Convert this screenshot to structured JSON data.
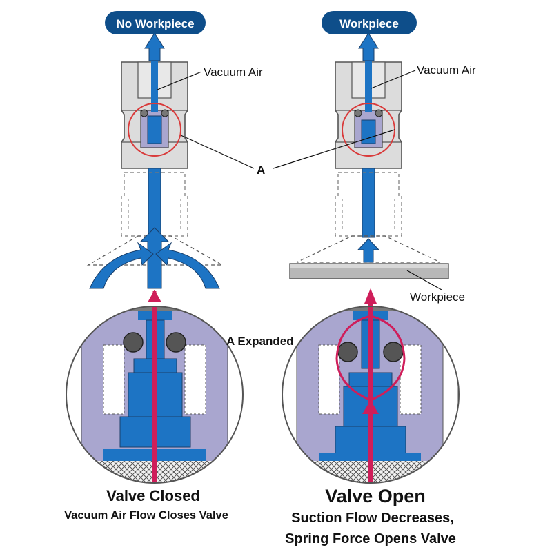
{
  "left_panel": {
    "badge": "No Workpiece",
    "vacuum_air_label": "Vacuum Air",
    "caption_title": "Valve Closed",
    "caption_sub": "Vacuum Air Flow Closes Valve"
  },
  "right_panel": {
    "badge": "Workpiece",
    "vacuum_air_label": "Vacuum Air",
    "workpiece_label": "Workpiece",
    "caption_title": "Valve Open",
    "caption_sub_line1": "Suction Flow Decreases,",
    "caption_sub_line2": "Spring Force Opens Valve"
  },
  "shared": {
    "section_label": "A",
    "expanded_label": "A Expanded"
  },
  "colors": {
    "badge": "#0e4e8a",
    "flow_blue": "#1d74c4",
    "body_gray": "#d9d9d9",
    "valve_lavender": "#a9a6cf",
    "suction_red": "#cf1e5a",
    "circle_red": "#d93a3a"
  }
}
